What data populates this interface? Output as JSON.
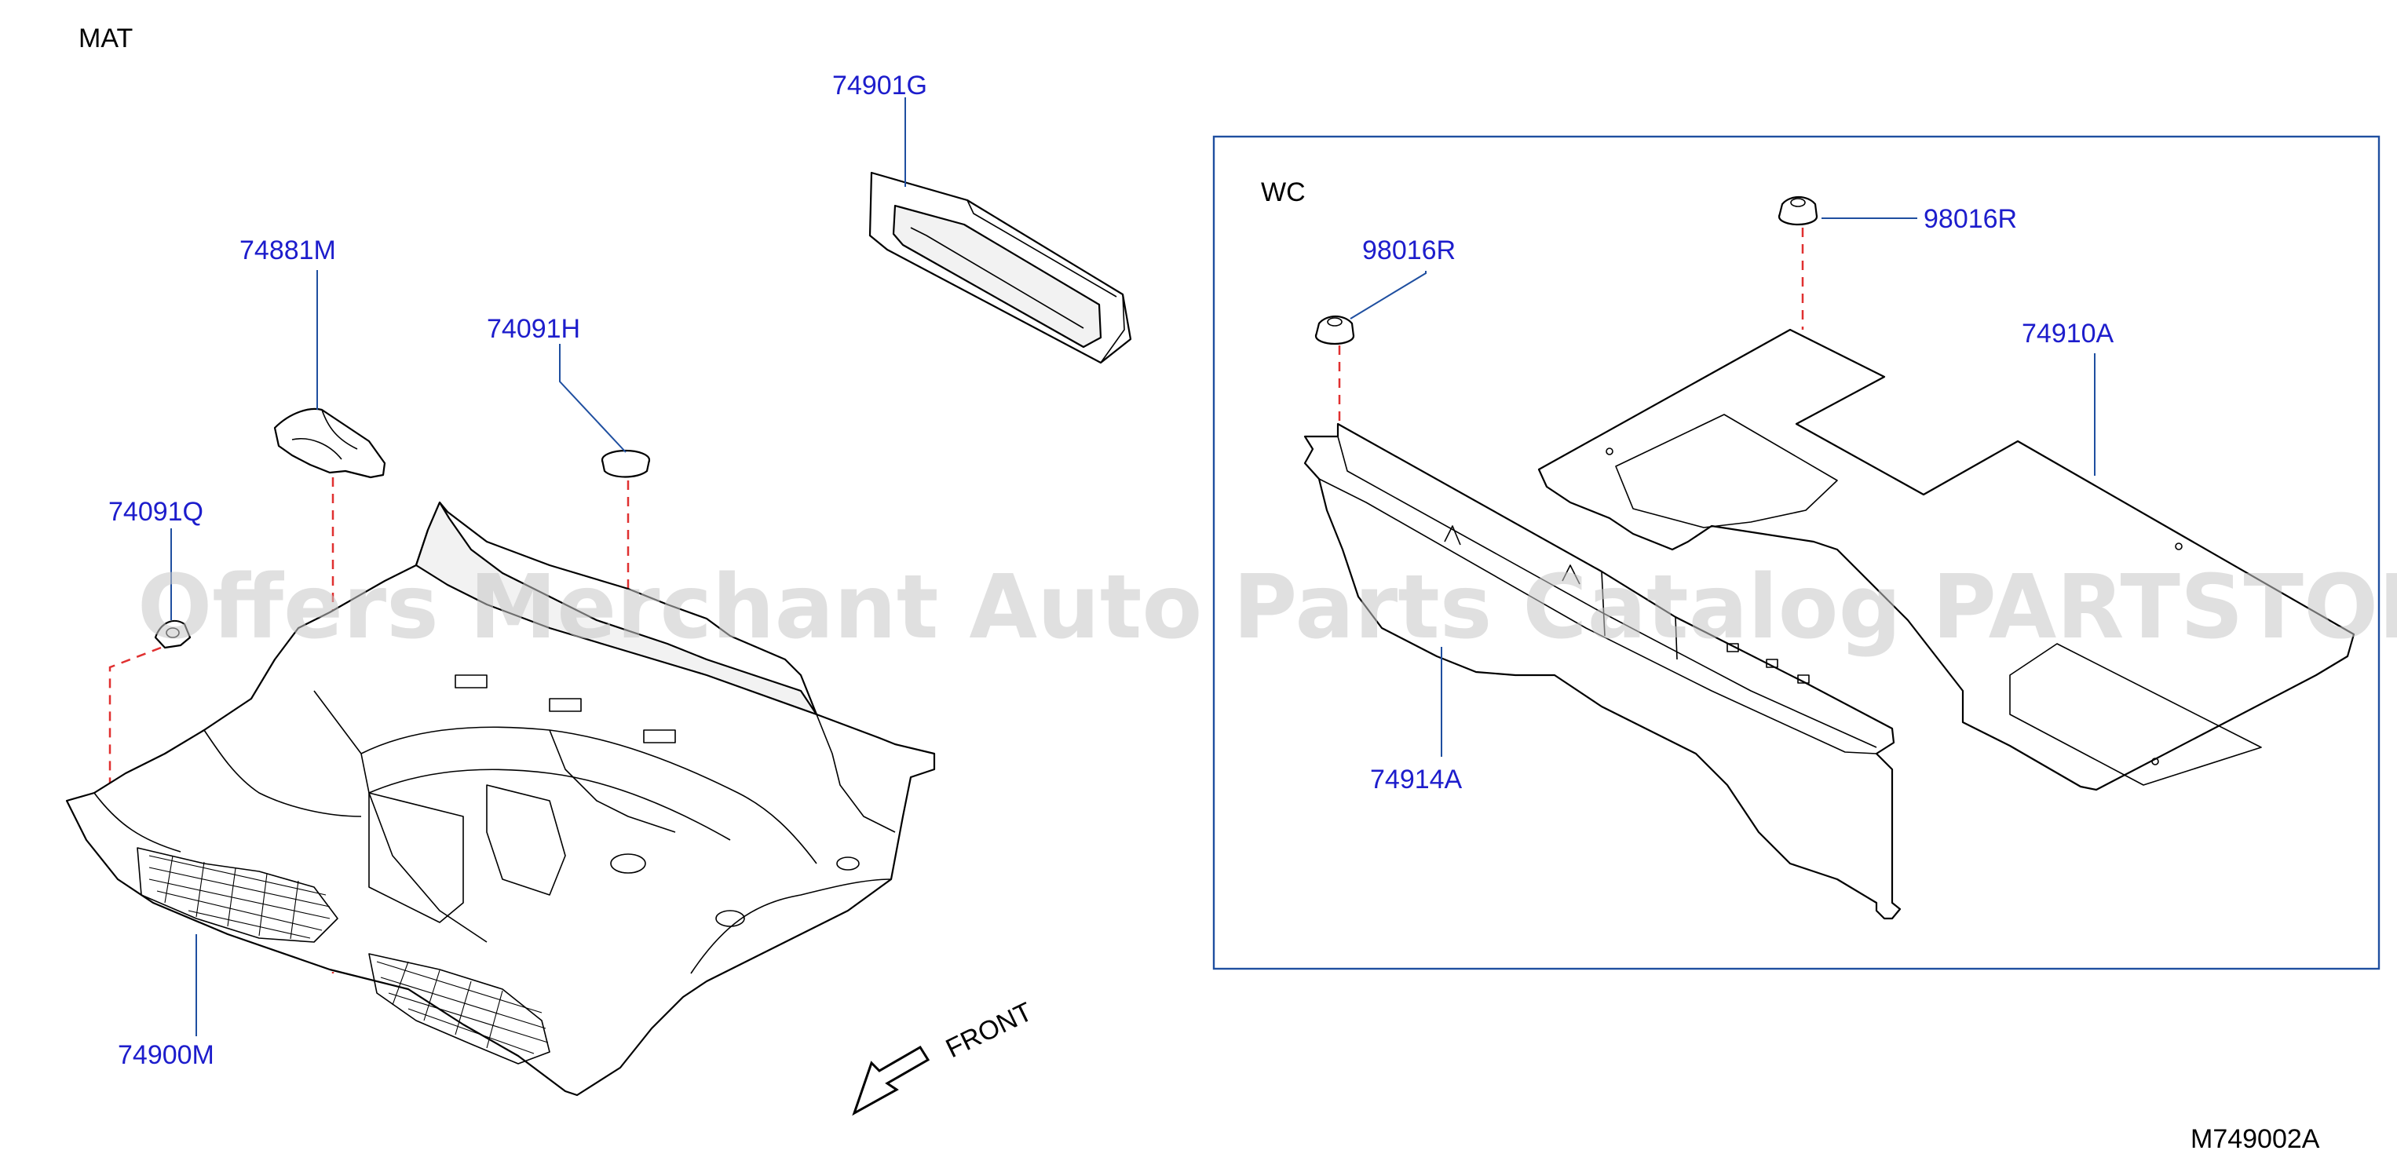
{
  "title": "MAT",
  "diagram_code": "M749002A",
  "watermark": "Offers Merchant Auto Parts Catalog PARTSTORE.SA",
  "direction_label": "FRONT",
  "colors": {
    "part_label": "#1d1dcc",
    "leader_line": "#1f4fa0",
    "hidden_line": "#e03030",
    "outline": "#000000",
    "watermark": "#c8c8c8"
  },
  "parts": {
    "p74901G": "74901G",
    "p74881M": "74881M",
    "p74091H": "74091H",
    "p74091Q": "74091Q",
    "p74900M": "74900M"
  },
  "wc": {
    "label": "WC",
    "p98016R_left": "98016R",
    "p98016R_right": "98016R",
    "p74910A": "74910A",
    "p74914A": "74914A"
  }
}
